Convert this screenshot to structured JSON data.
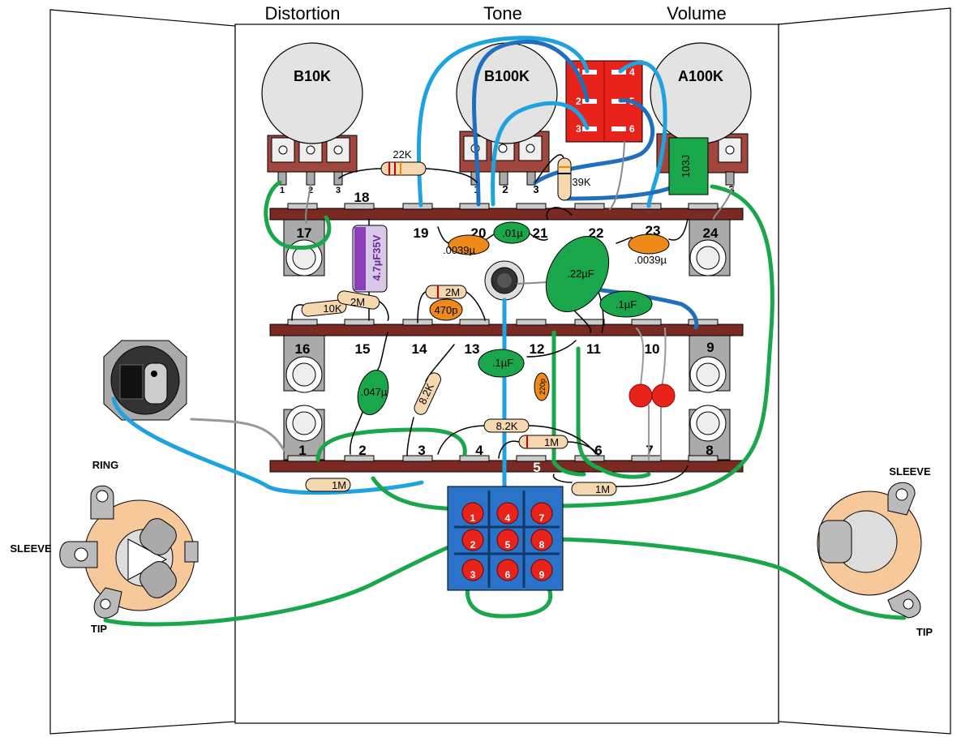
{
  "headers": {
    "distortion": "Distortion",
    "tone": "Tone",
    "volume": "Volume"
  },
  "pots": [
    {
      "label": "B10K",
      "pins": [
        "1",
        "2",
        "3"
      ]
    },
    {
      "label": "B100K",
      "pins": [
        "1",
        "2",
        "3"
      ]
    },
    {
      "label": "A100K",
      "pins": [
        "",
        "",
        "3"
      ]
    }
  ],
  "pad_numbers": {
    "row1": [
      "17",
      "18",
      "19",
      "20",
      "21",
      "22",
      "23",
      "24"
    ],
    "row2": [
      "16",
      "15",
      "14",
      "13",
      "12",
      "11",
      "10",
      "9"
    ],
    "row3": [
      "1",
      "2",
      "3",
      "4",
      "5",
      "6",
      "7",
      "8"
    ]
  },
  "components": {
    "r_22k": "22K",
    "r_39k": "39K",
    "r_10k": "10K",
    "r_2m_a": "2M",
    "r_2m_b": "2M",
    "r_8k2_a": "8.2K",
    "r_8k2_b": "8.2K",
    "r_1m_a": "1M",
    "r_1m_b": "1M",
    "r_1m_c": "1M",
    "c_0039_a": ".0039µ",
    "c_0039_b": ".0039µ",
    "c_01": ".01µ",
    "c_22": ".22µF",
    "c_1_a": ".1µF",
    "c_1_b": ".1µF",
    "c_047": ".047µ",
    "c_470p": "470p",
    "c_220p": "220p",
    "c_103j": "103J",
    "c_elec": "4.7µF35V"
  },
  "switch_dpdt": [
    "1",
    "2",
    "3",
    "4",
    "5",
    "6"
  ],
  "switch_3pdt": [
    "1",
    "4",
    "7",
    "2",
    "5",
    "8",
    "3",
    "6",
    "9"
  ],
  "jacks": {
    "left_ring": "RING",
    "left_sleeve": "SLEEVE",
    "left_tip": "TIP",
    "right_sleeve": "SLEEVE",
    "right_tip": "TIP"
  },
  "colors": {
    "wire_green": "#1aa64a",
    "wire_blue": "#1fa3e0",
    "wire_darkblue": "#1f6fbf",
    "board": "#7a2a22",
    "switch_red": "#e8231b",
    "switch_blue": "#2a73c8",
    "cap_green": "#1aa64a",
    "cap_orange": "#ee8a1c"
  }
}
